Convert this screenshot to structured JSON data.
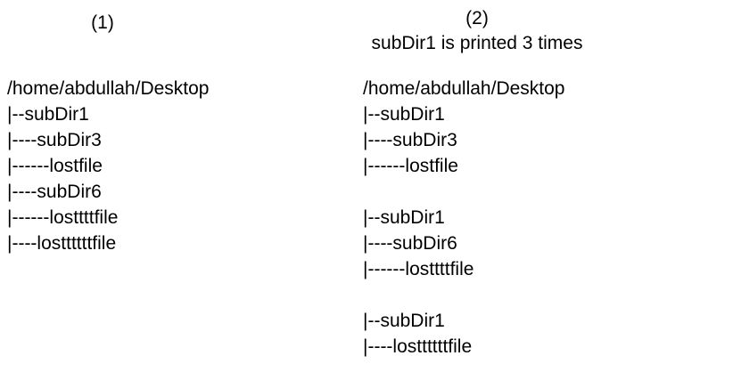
{
  "left": {
    "heading": "(1)",
    "tree": [
      "/home/abdullah/Desktop",
      "|--subDir1",
      "|----subDir3",
      "|------lostfile",
      "|----subDir6",
      "|------losttttfile",
      "|----losttttttfile"
    ]
  },
  "right": {
    "heading": "(2)",
    "subtitle": "subDir1 is printed 3 times",
    "tree": [
      "/home/abdullah/Desktop",
      "|--subDir1",
      "|----subDir3",
      "|------lostfile",
      "",
      "|--subDir1",
      "|----subDir6",
      "|------losttttfile",
      "",
      "|--subDir1",
      "|----losttttttfile"
    ]
  }
}
